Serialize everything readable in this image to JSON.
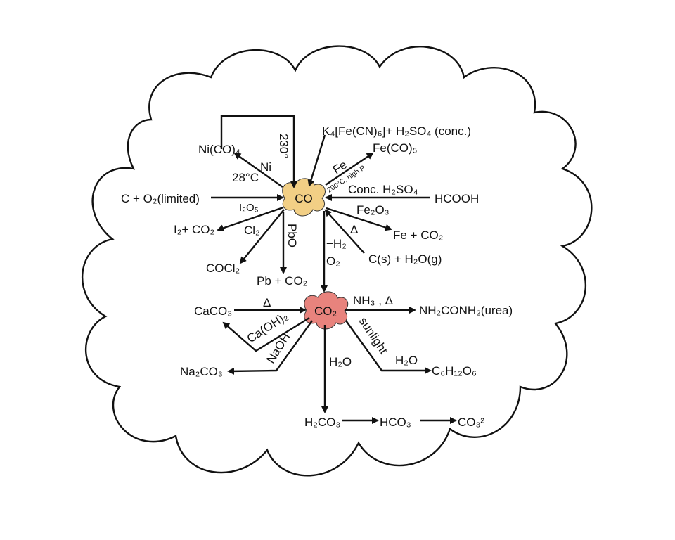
{
  "title_nodes": {
    "co": "CO",
    "co2": "CO₂"
  },
  "colors": {
    "co_fill": "#f2cf85",
    "co2_fill": "#e8837d",
    "outline": "#111111"
  },
  "co_reactions": {
    "ni_product": "Ni(CO)₄",
    "ni_reagent": "Ni",
    "ni_temp": "28°C",
    "ni_reverse_temp": "230°",
    "ferrocyanide": "K₄[Fe(CN)₆]+ H₂SO₄ (conc.)",
    "fe_product": "Fe(CO)₅",
    "fe_reagent": "Fe",
    "fe_condition": "200°C, high P",
    "carbon_source": "C + O₂(limited)",
    "formic_reagent": "Conc. H₂SO₄",
    "formic_acid": "HCOOH",
    "i2o5_reagent": "I₂O₅",
    "i2o5_product": "I₂+ CO₂",
    "cl2_reagent": "Cl₂",
    "cl2_product": "COCl₂",
    "pbo_reagent": "PbO",
    "pbo_product": "Pb + CO₂",
    "fe2o3_reagent": "Fe₂O₃",
    "fe2o3_product": "Fe + CO₂",
    "water_gas_heat": "Δ",
    "water_gas_byproduct": "−H₂",
    "water_gas_source": "C(s) + H₂O(g)",
    "oxidation_reagent": "O₂"
  },
  "co2_reactions": {
    "caco3": "CaCO₃",
    "caco3_heat": "Δ",
    "caoh2_reagent": "Ca(OH)₂",
    "naoh_reagent": "NaOH",
    "na2co3": "Na₂CO₃",
    "urea_reagent": "NH₃ , Δ",
    "urea_product": "NH₂CONH₂(urea)",
    "sunlight": "sunlight",
    "photo_water": "H₂O",
    "glucose": "C₆H₁₂O₆",
    "water_reagent": "H₂O",
    "carbonic_acid": "H₂CO₃",
    "bicarbonate": "HCO₃⁻",
    "carbonate": "CO₃²⁻"
  }
}
